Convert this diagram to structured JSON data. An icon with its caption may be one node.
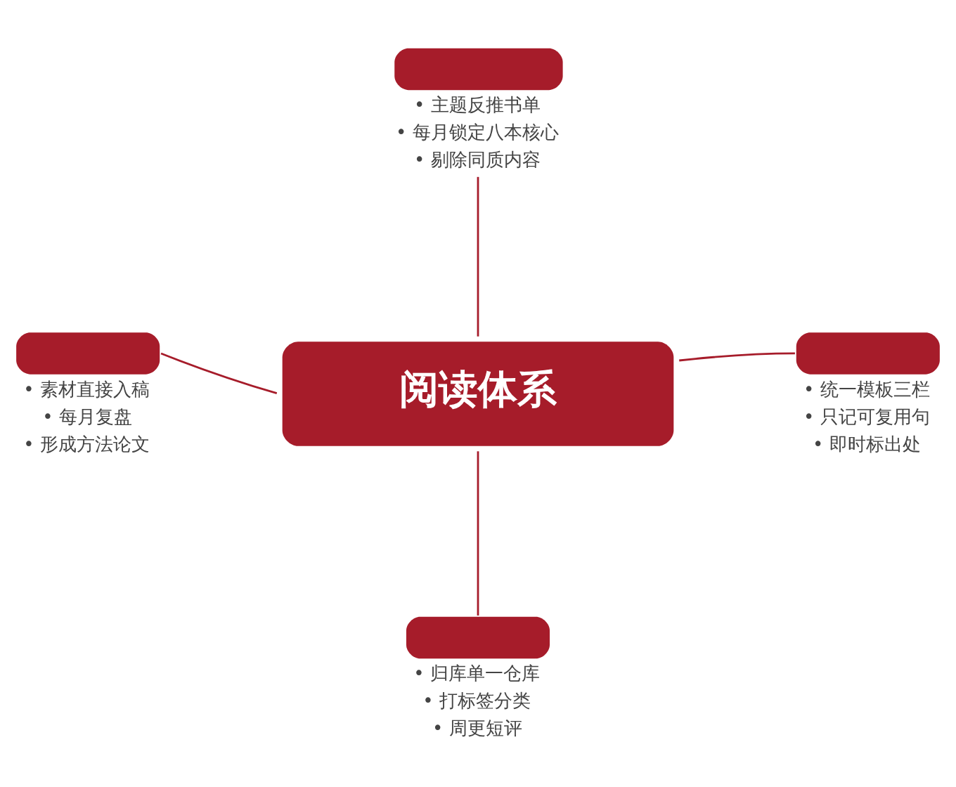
{
  "diagram": {
    "nodes": [
      {
        "text": [],
        "shape": "box",
        "beside": [
          "• 主题反推书单",
          "• 每月锁定八本核心",
          "• 剔除同质内容"
        ]
      },
      {
        "text": [],
        "shape": "box",
        "beside": [
          "• 素材直接入稿",
          "• 每月复盘",
          "• 形成方法论文"
        ]
      },
      {
        "text": [
          "阅读体系"
        ]
      },
      {
        "text": [],
        "shape": "box",
        "beside": [
          "• 统一模板三栏",
          "• 只记可复用句",
          "• 即时标出处"
        ]
      },
      {
        "text": [],
        "shape": "box",
        "beside": [
          "• 归库单一仓库",
          "• 打标签分类",
          "• 周更短评"
        ]
      }
    ],
    "edges": [
      {
        "from": 0,
        "to": 2,
        "arrow": "none"
      },
      {
        "from": 1,
        "to": 2,
        "arrow": "none"
      },
      {
        "from": 2,
        "to": 3,
        "arrow": "none"
      },
      {
        "from": 2,
        "to": 4,
        "arrow": "none"
      }
    ]
  }
}
